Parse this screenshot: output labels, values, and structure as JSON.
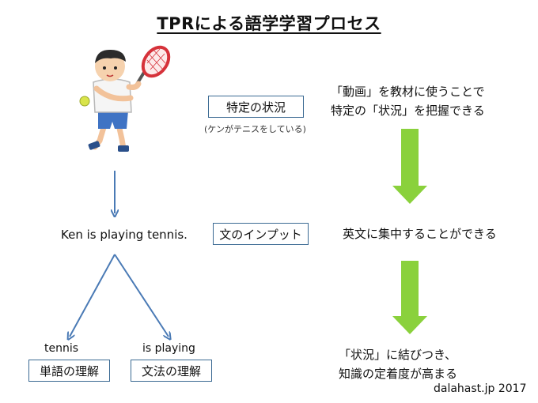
{
  "title": "TPRによる語学学習プロセス",
  "left": {
    "sentence": "Ken is playing tennis.",
    "word_label": "tennis",
    "phrase_label": "is playing",
    "word_box": "単語の理解",
    "grammar_box": "文法の理解"
  },
  "center": {
    "situation_box": "特定の状況",
    "situation_note": "(ケンがテニスをしている)",
    "input_box": "文のインプット"
  },
  "right": {
    "step1_line1": "「動画」を教材に使うことで",
    "step1_line2": "特定の「状況」を把握できる",
    "step2": "英文に集中することができる",
    "step3_line1": "「状況」に結びつき、",
    "step3_line2": "知識の定着度が高まる"
  },
  "credit": "dalahast.jp 2017",
  "colors": {
    "box_border": "#3b6a93",
    "blue_arrow": "#4a7ab5",
    "green_arrow": "#8ad13c"
  }
}
